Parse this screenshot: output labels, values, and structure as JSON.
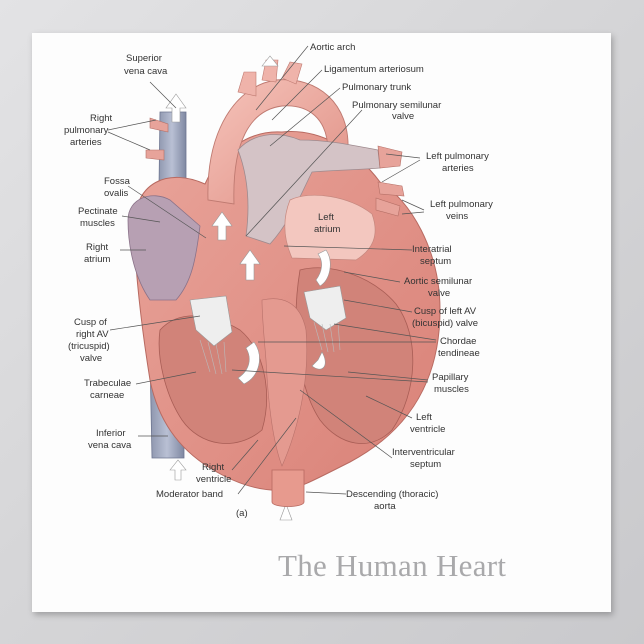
{
  "title": "The Human Heart",
  "figure_tag": "(a)",
  "labels": {
    "aortic_arch": "Aortic arch",
    "ligamentum": "Ligamentum arteriosum",
    "pulmonary_trunk": "Pulmonary trunk",
    "pulm_semilunar_1": "Pulmonary semilunar",
    "pulm_semilunar_2": "valve",
    "svc_1": "Superior",
    "svc_2": "vena cava",
    "right_pulm_art_1": "Right",
    "right_pulm_art_2": "pulmonary",
    "right_pulm_art_3": "arteries",
    "left_pulm_art_1": "Left pulmonary",
    "left_pulm_art_2": "arteries",
    "left_pulm_veins_1": "Left pulmonary",
    "left_pulm_veins_2": "veins",
    "fossa_1": "Fossa",
    "fossa_2": "ovalis",
    "pectinate_1": "Pectinate",
    "pectinate_2": "muscles",
    "right_atrium_1": "Right",
    "right_atrium_2": "atrium",
    "left_atrium_1": "Left",
    "left_atrium_2": "atrium",
    "interatrial_1": "Interatrial",
    "interatrial_2": "septum",
    "aortic_semilunar_1": "Aortic semilunar",
    "aortic_semilunar_2": "valve",
    "left_av_1": "Cusp of left AV",
    "left_av_2": "(bicuspid) valve",
    "right_av_1": "Cusp of",
    "right_av_2": "right AV",
    "right_av_3": "(tricuspid)",
    "right_av_4": "valve",
    "chordae_1": "Chordae",
    "chordae_2": "tendineae",
    "papillary_1": "Papillary",
    "papillary_2": "muscles",
    "trabeculae_1": "Trabeculae",
    "trabeculae_2": "carneae",
    "left_ventricle_1": "Left",
    "left_ventricle_2": "ventricle",
    "ivc_1": "Inferior",
    "ivc_2": "vena cava",
    "interventricular_1": "Interventricular",
    "interventricular_2": "septum",
    "right_ventricle_1": "Right",
    "right_ventricle_2": "ventricle",
    "moderator_band": "Moderator band",
    "desc_aorta_1": "Descending (thoracic)",
    "desc_aorta_2": "aorta"
  }
}
